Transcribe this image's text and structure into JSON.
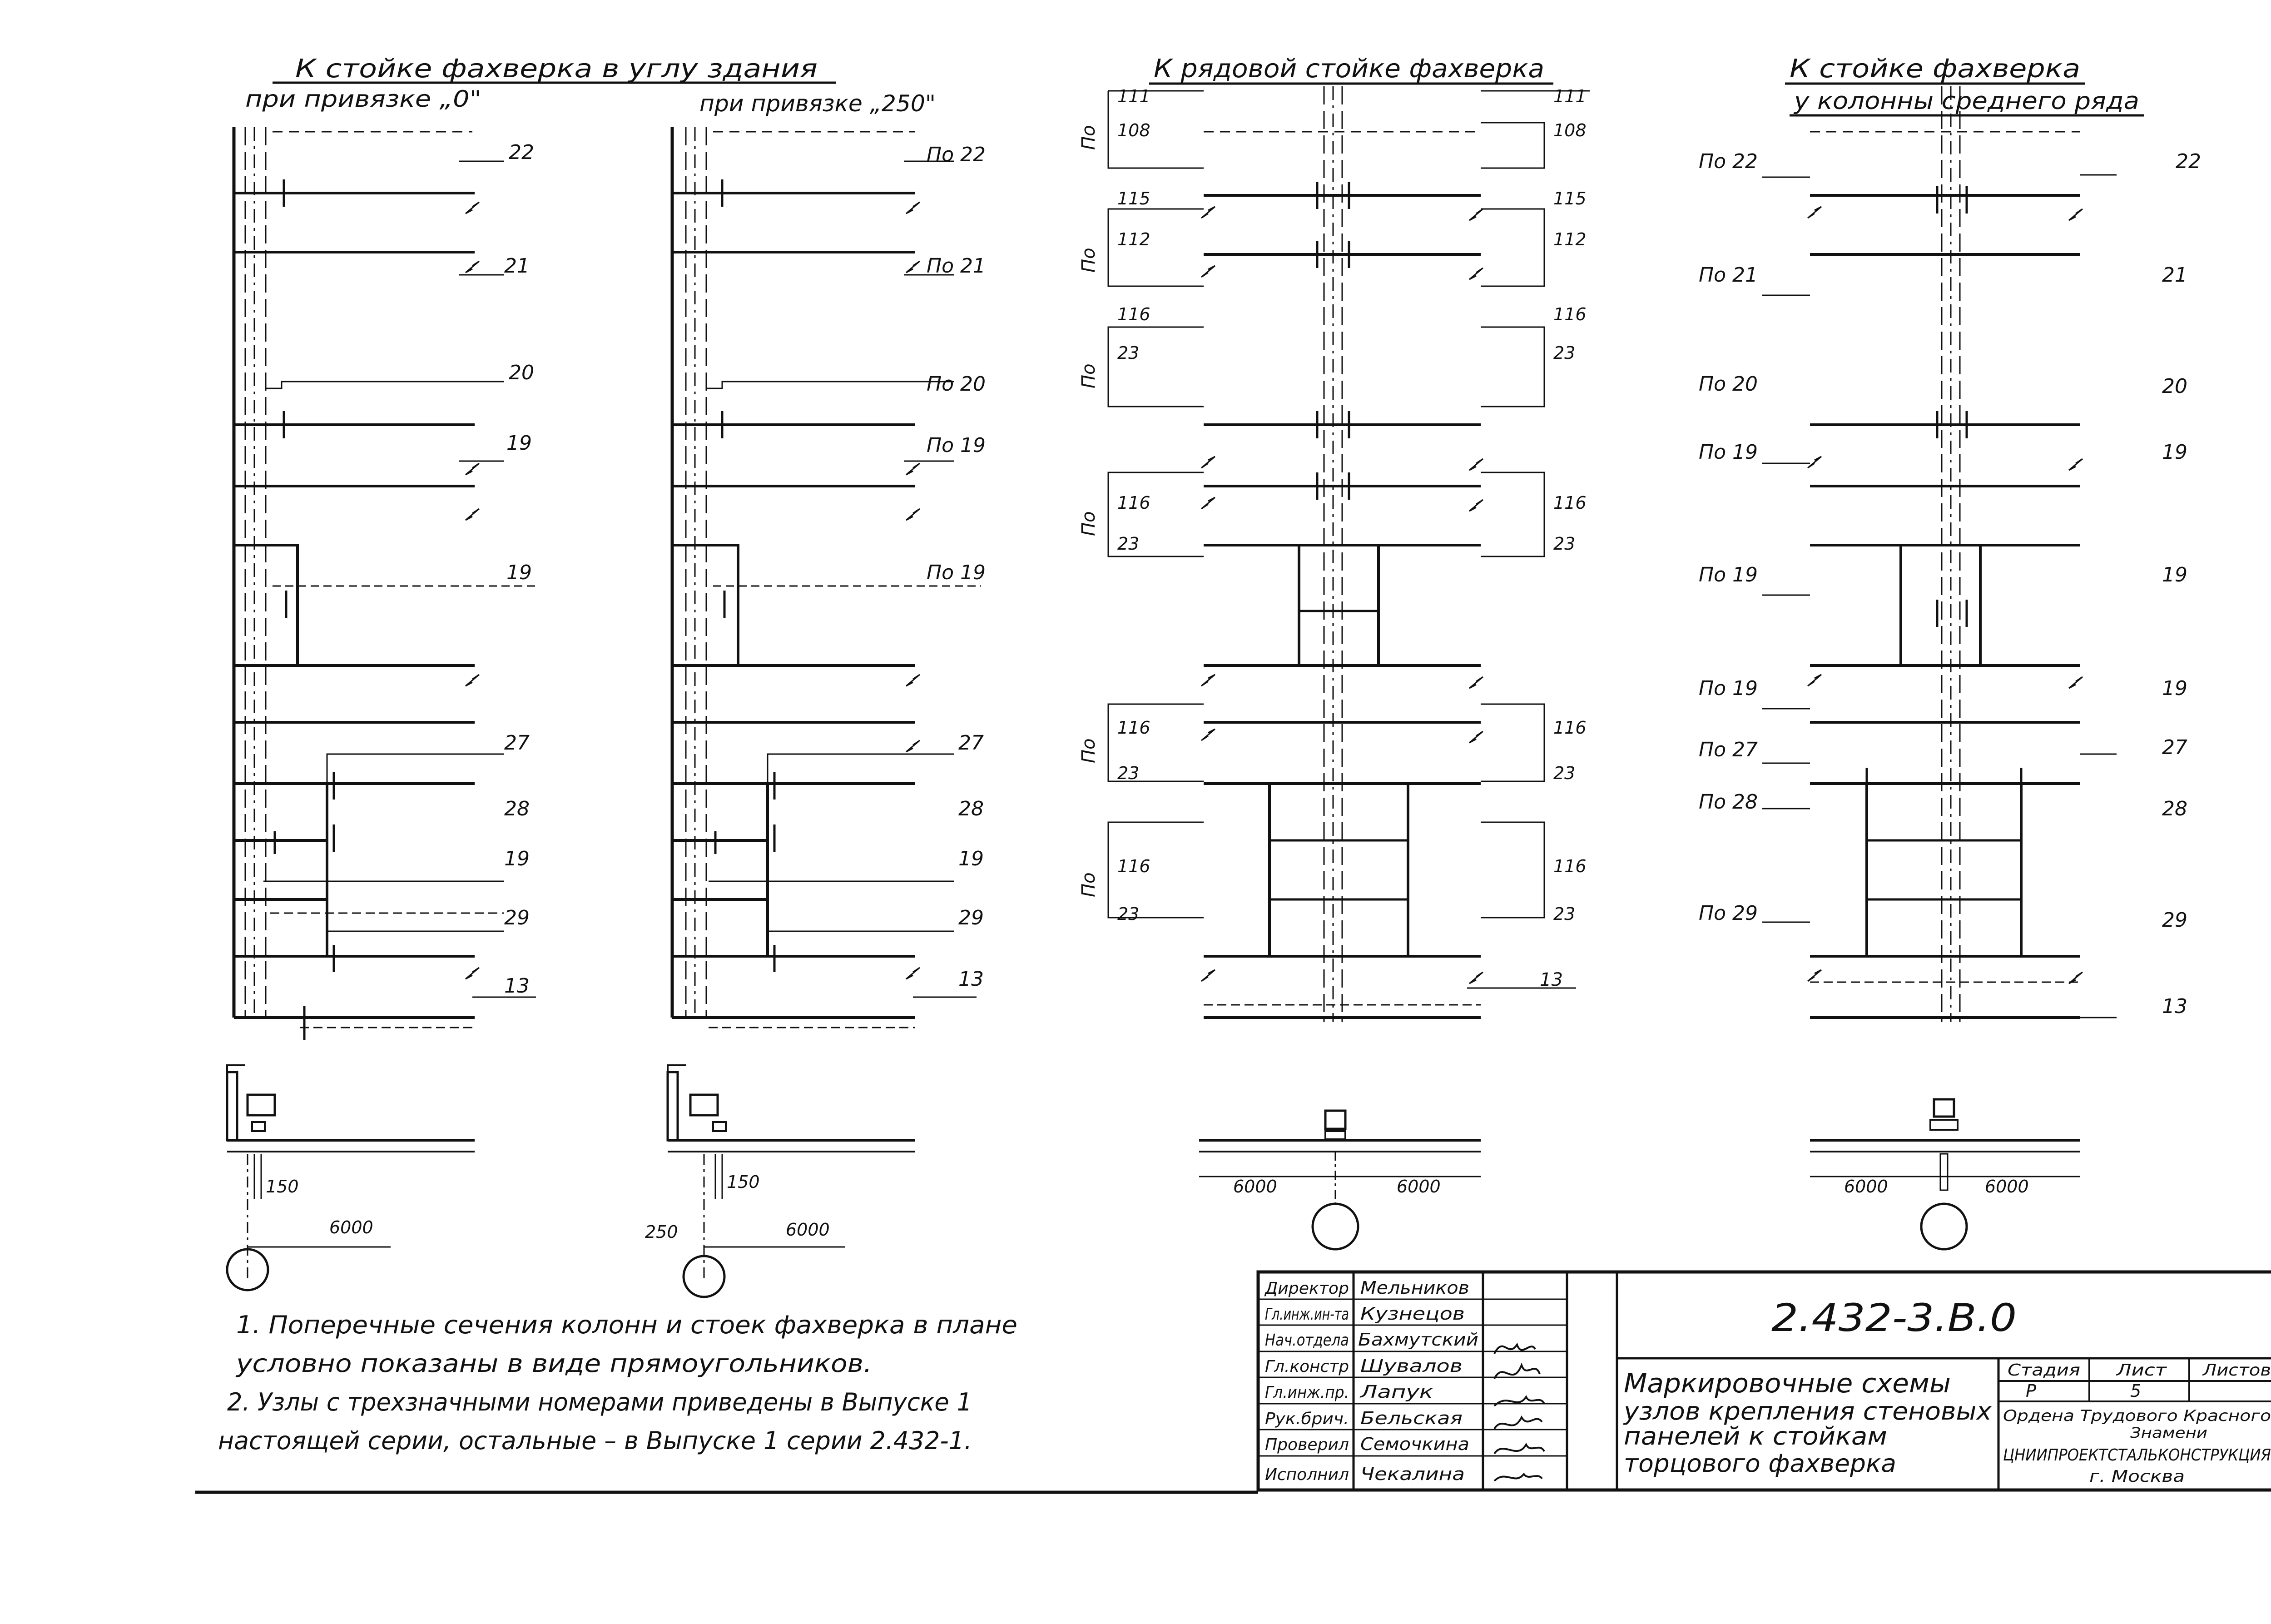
{
  "drawing": {
    "heading_1_line1": "К стойке фахверка в углу здания",
    "heading_1_line2_left": "при привязке „0\"",
    "heading_1_line2_right": "при привязке „250\"",
    "heading_2": "К рядовой стойке фахверка",
    "heading_3_line1": "К стойке фахверка",
    "heading_3_line2": "у колонны среднего ряда"
  },
  "scheme1": {
    "labels": [
      "22",
      "21",
      "20",
      "19",
      "19",
      "27",
      "28",
      "19",
      "29",
      "13"
    ]
  },
  "scheme2": {
    "labels": [
      "По 22",
      "По 21",
      "По 20",
      "По 19",
      "По 19",
      "27",
      "28",
      "19",
      "29",
      "13"
    ]
  },
  "scheme3": {
    "left_po": [
      "По",
      "По",
      "По",
      "По",
      "По",
      "По"
    ],
    "left_codes": [
      "111",
      "108",
      "115",
      "112",
      "116",
      "23",
      "116",
      "23",
      "116",
      "23",
      "116",
      "23"
    ],
    "right_codes": [
      "111",
      "108",
      "115",
      "112",
      "116",
      "23",
      "116",
      "23",
      "116",
      "23",
      "116",
      "23"
    ],
    "bottom_label": "13"
  },
  "scheme4": {
    "left_labels": [
      "По 22",
      "По 21",
      "По 20",
      "По 19",
      "По 19",
      "По 19",
      "По 27",
      "По 28",
      "По 29"
    ],
    "right_labels": [
      "22",
      "21",
      "20",
      "19",
      "19",
      "19",
      "27",
      "28",
      "29",
      "13"
    ]
  },
  "plans": {
    "plan1_dim_a": "150",
    "plan1_dim_b": "6000",
    "plan2_dim_a": "250",
    "plan2_dim_b": "150",
    "plan2_dim_c": "6000",
    "plan3_dim_left": "6000",
    "plan3_dim_right": "6000",
    "plan4_dim_left": "6000",
    "plan4_dim_right": "6000"
  },
  "notes": {
    "line1": "1. Поперечные сечения колонн и стоек фахверка в плане",
    "line2": "условно показаны в виде прямоугольников.",
    "line3": "2. Узлы с трехзначными номерами приведены в Выпуске 1",
    "line4": "настоящей серии, остальные – в Выпуске 1 серии 2.432-1."
  },
  "title_block": {
    "roles": [
      "Директор",
      "Гл.инж.ин-та",
      "Нач.отдела",
      "Гл.констр",
      "Гл.инж.пр.",
      "Рук.брич.",
      "Проверил",
      "Исполнил"
    ],
    "names": [
      "Мельников",
      "Кузнецов",
      "Бахмутский",
      "Шувалов",
      "Лапук",
      "Бельская",
      "Семочкина",
      "Чекалина"
    ],
    "document_code": "2.432-3.В.0",
    "title_line1": "Маркировочные схемы",
    "title_line2": "узлов крепления стеновых",
    "title_line3": "панелей к стойкам",
    "title_line4": "торцового фахверка",
    "stage_header": "Стадия",
    "sheet_header": "Лист",
    "sheets_header": "Листов",
    "stage_value": "Р",
    "sheet_value": "5",
    "org_line1": "Ордена Трудового Красного",
    "org_line2": "Знамени",
    "org_line3": "ЦНИИПРОЕКТСТАЛЬКОНСТРУКЦИЯ",
    "org_line4": "г. Москва"
  }
}
